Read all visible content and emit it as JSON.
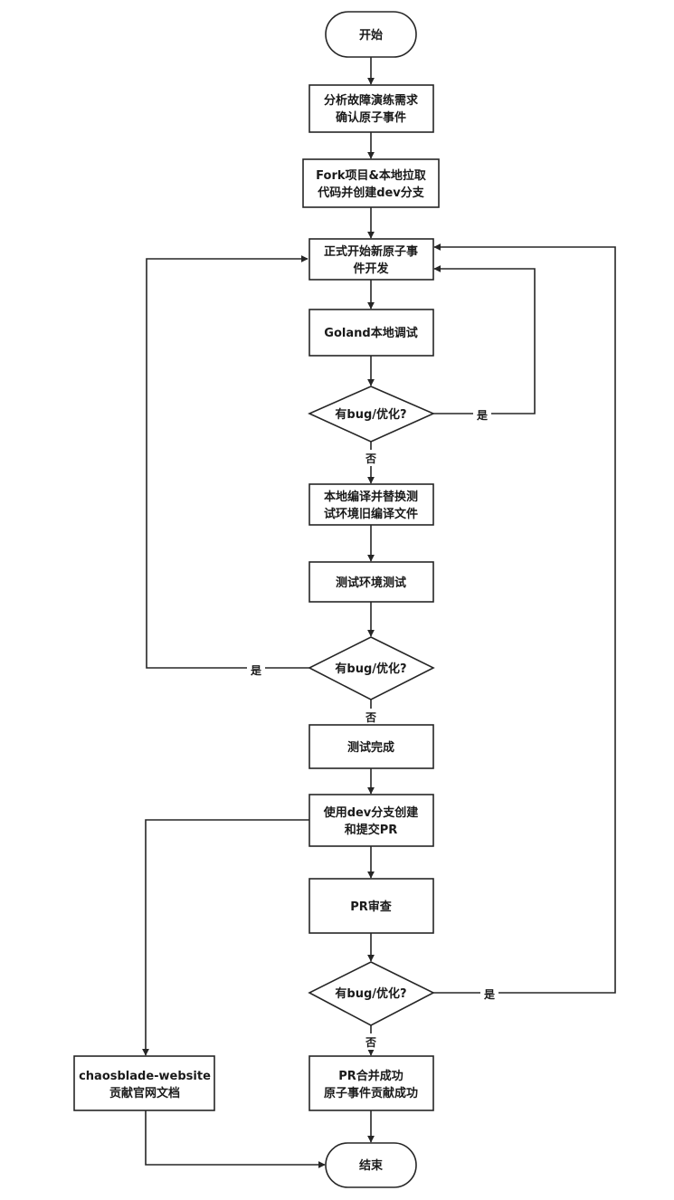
{
  "nodes": {
    "start": "开始",
    "analyze": [
      "分析故障演练需求",
      "确认原子事件"
    ],
    "fork": [
      "Fork项目&本地拉取",
      "代码并创建dev分支"
    ],
    "develop": [
      "正式开始新原子事",
      "件开发"
    ],
    "debug": "Goland本地调试",
    "check1": "有bug/优化?",
    "compile": [
      "本地编译并替换测",
      "试环境旧编译文件"
    ],
    "envtest": "测试环境测试",
    "check2": "有bug/优化?",
    "done": "测试完成",
    "pr": [
      "使用dev分支创建",
      "和提交PR"
    ],
    "review": "PR审查",
    "check3": "有bug/优化?",
    "merged": [
      "PR合并成功",
      "原子事件贡献成功"
    ],
    "website": [
      "chaosblade-website",
      "贡献官网文档"
    ],
    "end": "结束"
  },
  "edge_labels": {
    "yes": "是",
    "no": "否"
  },
  "colors": {
    "stroke": "#262626",
    "fill": "#ffffff",
    "text": "#1a1a1a"
  }
}
